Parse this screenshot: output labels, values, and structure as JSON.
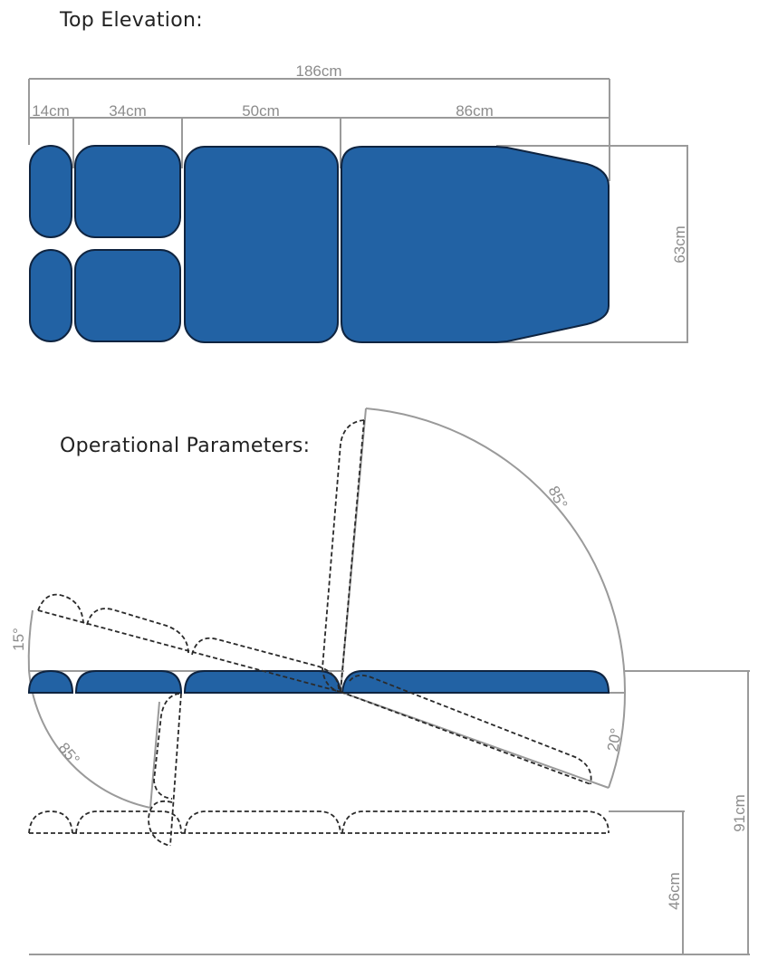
{
  "headings": {
    "top_elevation": "Top Elevation:",
    "operational_parameters": "Operational Parameters:"
  },
  "colors": {
    "pad_fill": "#2262a4",
    "pad_outline": "#0f2440",
    "dimension_line": "#9a9a9a",
    "dimension_text": "#8c8c8c",
    "dashed_outline": "#2a2a2a"
  },
  "top_elevation": {
    "overall_length": "186cm",
    "segments": [
      "14cm",
      "34cm",
      "50cm",
      "86cm"
    ],
    "width": "63cm"
  },
  "operational_parameters": {
    "head_tilt_angle": "15°",
    "back_raise_angle": "85°",
    "back_lower_angle": "20°",
    "leg_drop_angle": "85°",
    "max_height": "91cm",
    "min_height": "46cm"
  }
}
